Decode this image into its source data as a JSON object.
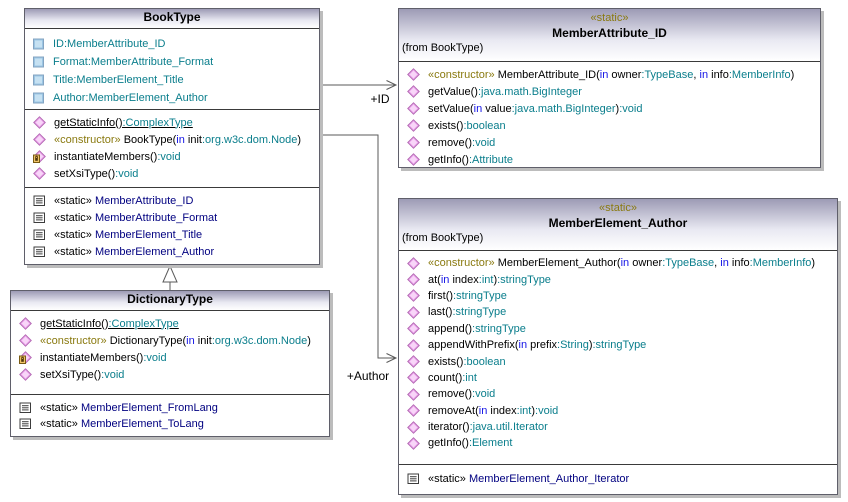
{
  "diagram": {
    "colors": {
      "type_text": "#0a7e8c",
      "stereotype_text": "#8a7a10",
      "keyword_text": "#1414e6",
      "nested_name_text": "#000080",
      "base_text": "#000000",
      "header_gradient_top": "#9d9bb5",
      "box_border": "#5f5f6a",
      "connector_line": "#5a5a5a"
    },
    "classes": [
      {
        "title": "BookType",
        "attributes": [
          {
            "icon": "attribute",
            "s": [
              [
                "t",
                "ID:MemberAttribute_ID"
              ]
            ]
          },
          {
            "icon": "attribute",
            "s": [
              [
                "t",
                "Format:MemberAttribute_Format"
              ]
            ]
          },
          {
            "icon": "attribute",
            "s": [
              [
                "t",
                "Title:MemberElement_Title"
              ]
            ]
          },
          {
            "icon": "attribute",
            "s": [
              [
                "t",
                "Author:MemberElement_Author"
              ]
            ]
          }
        ],
        "operations": [
          {
            "icon": "operation",
            "u": true,
            "s": [
              [
                "b",
                "getStaticInfo()"
              ],
              [
                "t",
                ":ComplexType"
              ]
            ]
          },
          {
            "icon": "operation",
            "s": [
              [
                "o",
                "«constructor» "
              ],
              [
                "b",
                "BookType("
              ],
              [
                "k",
                "in"
              ],
              [
                "b",
                " init"
              ],
              [
                "t",
                ":org.w3c.dom.Node"
              ],
              [
                "b",
                ")"
              ]
            ]
          },
          {
            "icon": "operation-protected",
            "s": [
              [
                "b",
                "instantiateMembers()"
              ],
              [
                "t",
                ":void"
              ]
            ]
          },
          {
            "icon": "operation",
            "s": [
              [
                "b",
                "setXsiType()"
              ],
              [
                "t",
                ":void"
              ]
            ]
          }
        ],
        "nested": [
          {
            "icon": "nested-class",
            "s": [
              [
                "b",
                "«static» "
              ],
              [
                "n",
                "MemberAttribute_ID"
              ]
            ]
          },
          {
            "icon": "nested-class",
            "s": [
              [
                "b",
                "«static» "
              ],
              [
                "n",
                "MemberAttribute_Format"
              ]
            ]
          },
          {
            "icon": "nested-class",
            "s": [
              [
                "b",
                "«static» "
              ],
              [
                "n",
                "MemberElement_Title"
              ]
            ]
          },
          {
            "icon": "nested-class",
            "s": [
              [
                "b",
                "«static» "
              ],
              [
                "n",
                "MemberElement_Author"
              ]
            ]
          }
        ]
      },
      {
        "stereotype": "«static»",
        "title": "MemberAttribute_ID",
        "from": "(from BookType)",
        "operations": [
          {
            "icon": "operation",
            "s": [
              [
                "o",
                "«constructor» "
              ],
              [
                "b",
                "MemberAttribute_ID("
              ],
              [
                "k",
                "in"
              ],
              [
                "b",
                " owner"
              ],
              [
                "t",
                ":TypeBase"
              ],
              [
                "b",
                ", "
              ],
              [
                "k",
                "in"
              ],
              [
                "b",
                " info"
              ],
              [
                "t",
                ":MemberInfo"
              ],
              [
                "b",
                ")"
              ]
            ]
          },
          {
            "icon": "operation",
            "s": [
              [
                "b",
                "getValue()"
              ],
              [
                "t",
                ":java.math.BigInteger"
              ]
            ]
          },
          {
            "icon": "operation",
            "s": [
              [
                "b",
                "setValue("
              ],
              [
                "k",
                "in"
              ],
              [
                "b",
                " value"
              ],
              [
                "t",
                ":java.math.BigInteger"
              ],
              [
                "b",
                ")"
              ],
              [
                "t",
                ":void"
              ]
            ]
          },
          {
            "icon": "operation",
            "s": [
              [
                "b",
                "exists()"
              ],
              [
                "t",
                ":boolean"
              ]
            ]
          },
          {
            "icon": "operation",
            "s": [
              [
                "b",
                "remove()"
              ],
              [
                "t",
                ":void"
              ]
            ]
          },
          {
            "icon": "operation",
            "s": [
              [
                "b",
                "getInfo()"
              ],
              [
                "t",
                ":Attribute"
              ]
            ]
          }
        ]
      },
      {
        "title": "DictionaryType",
        "operations": [
          {
            "icon": "operation",
            "u": true,
            "s": [
              [
                "b",
                "getStaticInfo()"
              ],
              [
                "t",
                ":ComplexType"
              ]
            ]
          },
          {
            "icon": "operation",
            "s": [
              [
                "o",
                "«constructor» "
              ],
              [
                "b",
                "DictionaryType("
              ],
              [
                "k",
                "in"
              ],
              [
                "b",
                " init"
              ],
              [
                "t",
                ":org.w3c.dom.Node"
              ],
              [
                "b",
                ")"
              ]
            ]
          },
          {
            "icon": "operation-protected",
            "s": [
              [
                "b",
                "instantiateMembers()"
              ],
              [
                "t",
                ":void"
              ]
            ]
          },
          {
            "icon": "operation",
            "s": [
              [
                "b",
                "setXsiType()"
              ],
              [
                "t",
                ":void"
              ]
            ]
          }
        ],
        "nested": [
          {
            "icon": "nested-class",
            "s": [
              [
                "b",
                "«static» "
              ],
              [
                "n",
                "MemberElement_FromLang"
              ]
            ]
          },
          {
            "icon": "nested-class",
            "s": [
              [
                "b",
                "«static» "
              ],
              [
                "n",
                "MemberElement_ToLang"
              ]
            ]
          }
        ]
      },
      {
        "stereotype": "«static»",
        "title": "MemberElement_Author",
        "from": "(from BookType)",
        "operations": [
          {
            "icon": "operation",
            "s": [
              [
                "o",
                "«constructor» "
              ],
              [
                "b",
                "MemberElement_Author("
              ],
              [
                "k",
                "in"
              ],
              [
                "b",
                " owner"
              ],
              [
                "t",
                ":TypeBase"
              ],
              [
                "b",
                ", "
              ],
              [
                "k",
                "in"
              ],
              [
                "b",
                " info"
              ],
              [
                "t",
                ":MemberInfo"
              ],
              [
                "b",
                ")"
              ]
            ]
          },
          {
            "icon": "operation",
            "s": [
              [
                "b",
                "at("
              ],
              [
                "k",
                "in"
              ],
              [
                "b",
                " index"
              ],
              [
                "t",
                ":int"
              ],
              [
                "b",
                ")"
              ],
              [
                "t",
                ":stringType"
              ]
            ]
          },
          {
            "icon": "operation",
            "s": [
              [
                "b",
                "first()"
              ],
              [
                "t",
                ":stringType"
              ]
            ]
          },
          {
            "icon": "operation",
            "s": [
              [
                "b",
                "last()"
              ],
              [
                "t",
                ":stringType"
              ]
            ]
          },
          {
            "icon": "operation",
            "s": [
              [
                "b",
                "append()"
              ],
              [
                "t",
                ":stringType"
              ]
            ]
          },
          {
            "icon": "operation",
            "s": [
              [
                "b",
                "appendWithPrefix("
              ],
              [
                "k",
                "in"
              ],
              [
                "b",
                " prefix"
              ],
              [
                "t",
                ":String"
              ],
              [
                "b",
                ")"
              ],
              [
                "t",
                ":stringType"
              ]
            ]
          },
          {
            "icon": "operation",
            "s": [
              [
                "b",
                "exists()"
              ],
              [
                "t",
                ":boolean"
              ]
            ]
          },
          {
            "icon": "operation",
            "s": [
              [
                "b",
                "count()"
              ],
              [
                "t",
                ":int"
              ]
            ]
          },
          {
            "icon": "operation",
            "s": [
              [
                "b",
                "remove()"
              ],
              [
                "t",
                ":void"
              ]
            ]
          },
          {
            "icon": "operation",
            "s": [
              [
                "b",
                "removeAt("
              ],
              [
                "k",
                "in"
              ],
              [
                "b",
                " index"
              ],
              [
                "t",
                ":int"
              ],
              [
                "b",
                ")"
              ],
              [
                "t",
                ":void"
              ]
            ]
          },
          {
            "icon": "operation",
            "s": [
              [
                "b",
                "iterator()"
              ],
              [
                "t",
                ":java.util.Iterator"
              ]
            ]
          },
          {
            "icon": "operation",
            "s": [
              [
                "b",
                "getInfo()"
              ],
              [
                "t",
                ":Element"
              ]
            ]
          }
        ],
        "nested": [
          {
            "icon": "nested-class",
            "s": [
              [
                "b",
                "«static» "
              ],
              [
                "n",
                "MemberElement_Author_Iterator"
              ]
            ]
          }
        ]
      }
    ],
    "connectors": [
      {
        "label": "+ID",
        "type": "association"
      },
      {
        "label": "+Author",
        "type": "association"
      },
      {
        "label": "",
        "type": "generalization"
      }
    ]
  }
}
